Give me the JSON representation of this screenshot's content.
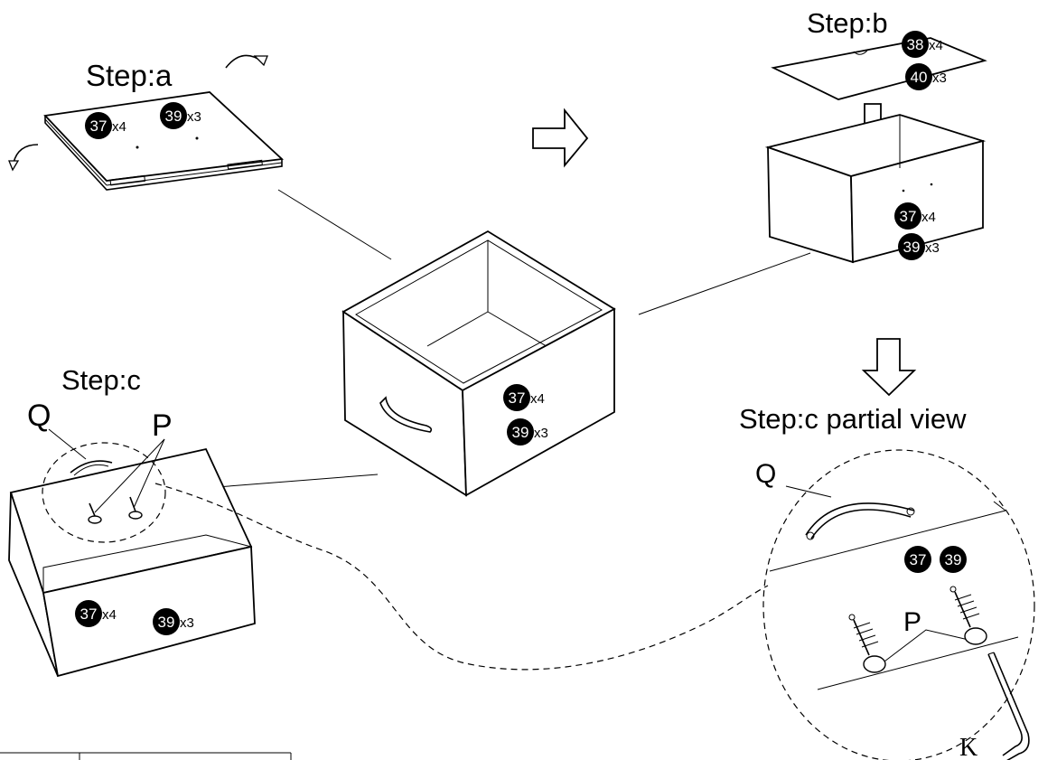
{
  "labels": {
    "step_a": "Step:a",
    "step_b": "Step:b",
    "step_c": "Step:c",
    "step_c_partial": "Step:c partial view",
    "q": "Q",
    "p": "P",
    "q_detail": "Q",
    "p_detail": "P",
    "k": "K"
  },
  "parts": {
    "a37": {
      "num": "37",
      "qty": "x4"
    },
    "a39": {
      "num": "39",
      "qty": "x3"
    },
    "b38": {
      "num": "38",
      "qty": "x4"
    },
    "b40": {
      "num": "40",
      "qty": "x3"
    },
    "b37": {
      "num": "37",
      "qty": "x4"
    },
    "b39": {
      "num": "39",
      "qty": "x3"
    },
    "m37": {
      "num": "37",
      "qty": "x4"
    },
    "m39": {
      "num": "39",
      "qty": "x3"
    },
    "c37": {
      "num": "37",
      "qty": "x4"
    },
    "c39": {
      "num": "39",
      "qty": "x3"
    },
    "d37": {
      "num": "37",
      "qty": ""
    },
    "d39": {
      "num": "39",
      "qty": ""
    }
  },
  "colors": {
    "ink": "#000000",
    "paper": "#ffffff"
  }
}
